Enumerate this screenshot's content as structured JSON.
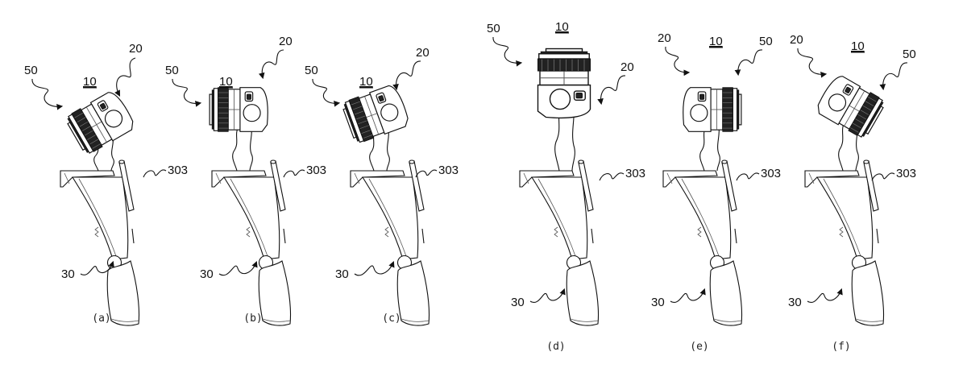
{
  "figure": {
    "title": "Gimbal handle with camera in six tilt positions",
    "reference_numerals": {
      "assembly": "10",
      "camera": "20",
      "handle": "30",
      "lens": "50",
      "side_member": "303"
    },
    "panels": [
      {
        "id": "a",
        "caption": "(a)",
        "camera_tilt_deg": -30,
        "lens_side": "left"
      },
      {
        "id": "b",
        "caption": "(b)",
        "camera_tilt_deg": 0,
        "lens_side": "left"
      },
      {
        "id": "c",
        "caption": "(c)",
        "camera_tilt_deg": -20,
        "lens_side": "left"
      },
      {
        "id": "d",
        "caption": "(d)",
        "camera_tilt_deg": 90,
        "lens_side": "up"
      },
      {
        "id": "e",
        "caption": "(e)",
        "camera_tilt_deg": 0,
        "lens_side": "right"
      },
      {
        "id": "f",
        "caption": "(f)",
        "camera_tilt_deg": 30,
        "lens_side": "right"
      }
    ]
  }
}
